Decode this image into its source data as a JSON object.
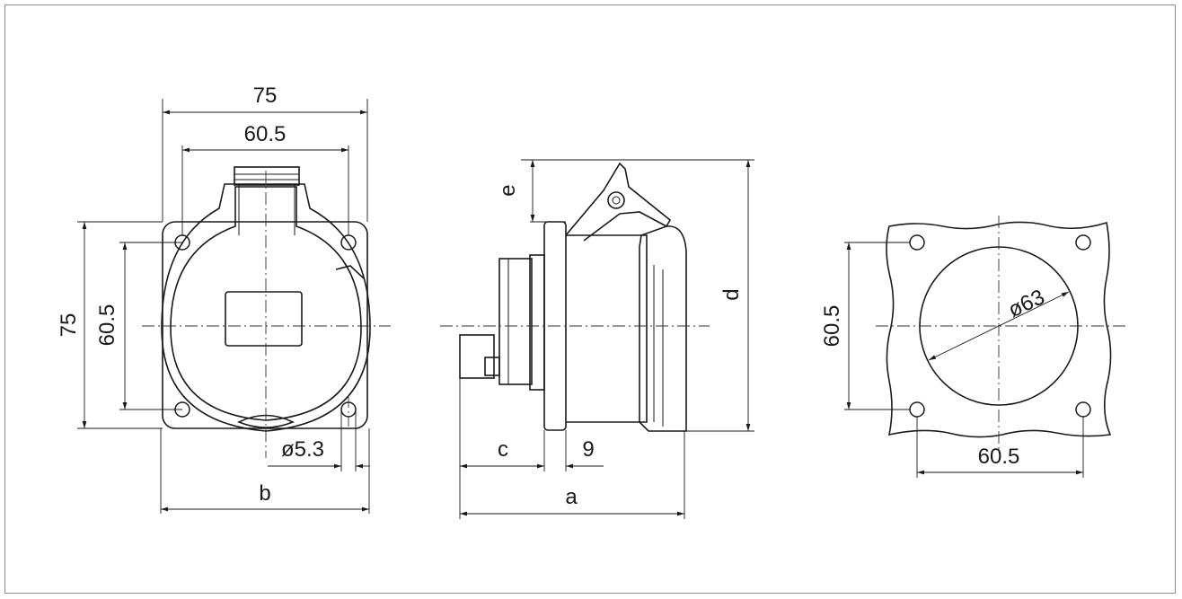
{
  "front_view": {
    "width_outer": "75",
    "width_holes": "60.5",
    "height_outer": "75",
    "height_holes": "60.5",
    "hole_diameter": "ø5.3",
    "overall_width": "b"
  },
  "side_view": {
    "lid_height": "e",
    "overall_height": "d",
    "rear_depth": "c",
    "flange_thickness": "9",
    "overall_depth": "a"
  },
  "cutout_view": {
    "hole_spacing_vertical": "60.5",
    "hole_spacing_horizontal": "60.5",
    "cutout_diameter": "ø63"
  }
}
